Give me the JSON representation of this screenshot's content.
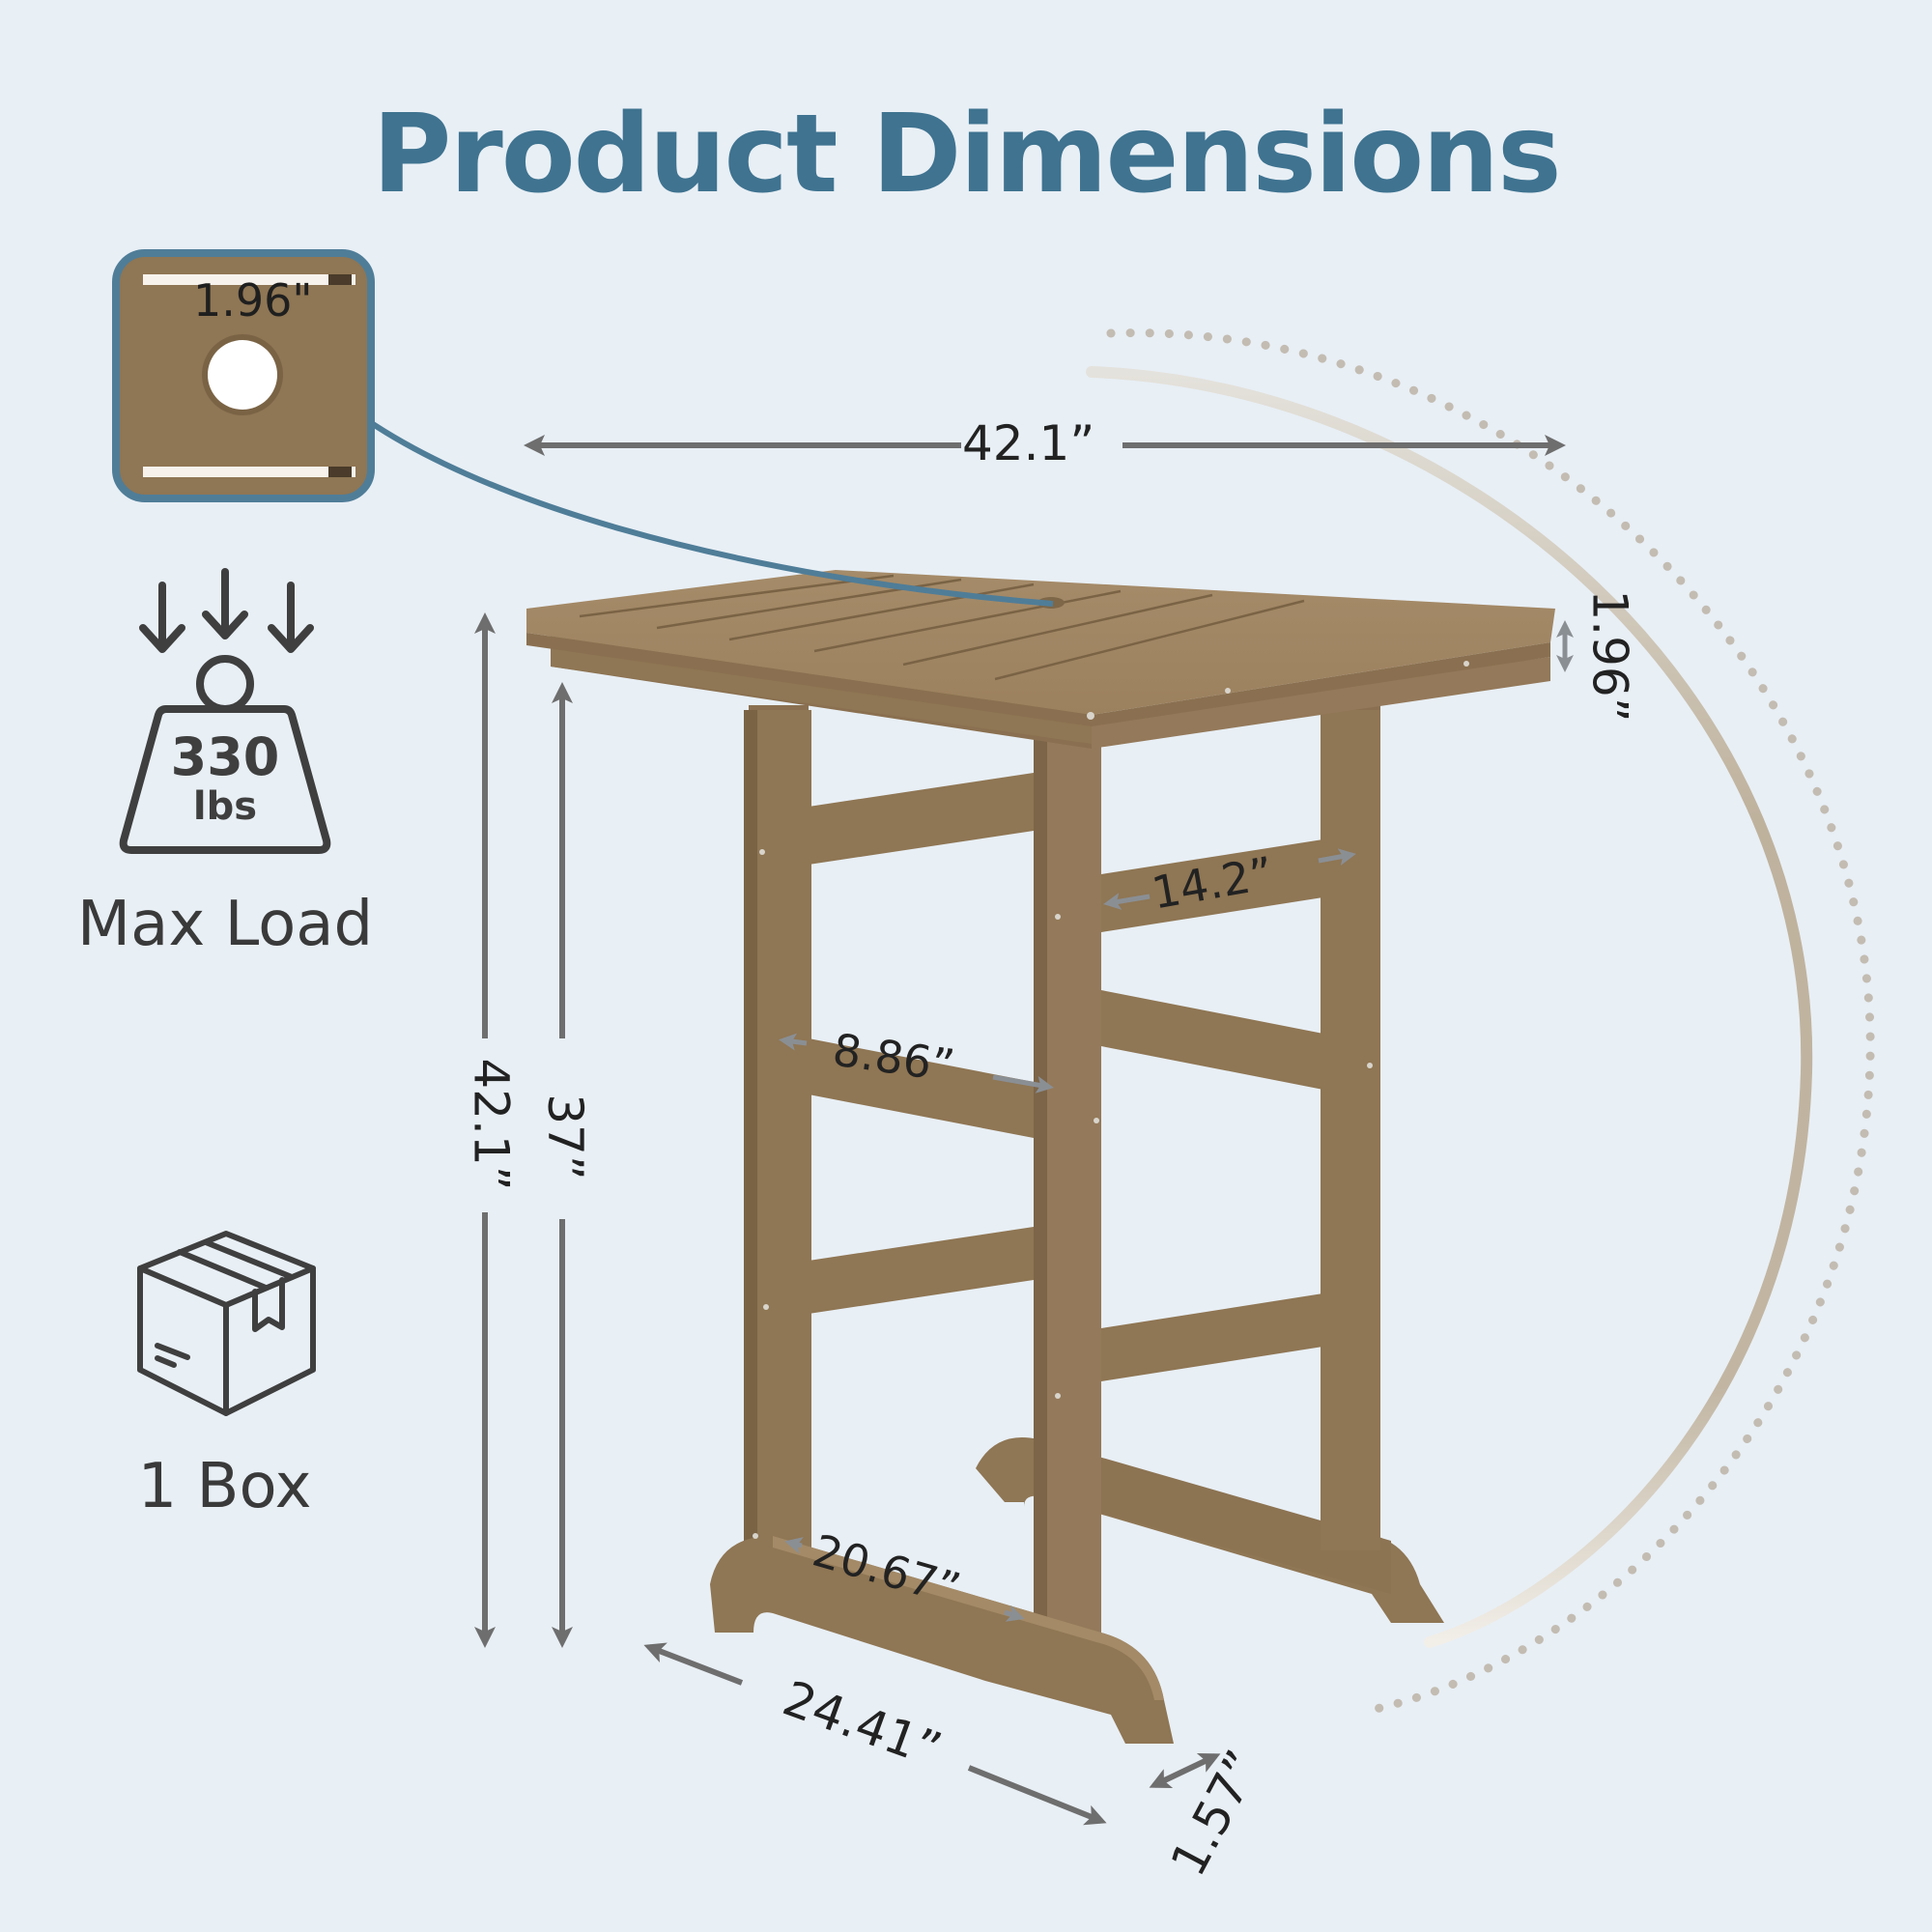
{
  "title": "Product Dimensions",
  "inset": {
    "label": "1.96\"",
    "description": "umbrella hole detail"
  },
  "features": {
    "max_load": {
      "value": "330",
      "unit": "lbs",
      "label": "Max Load"
    },
    "package": {
      "label": "1 Box"
    }
  },
  "dimensions": {
    "top_width": "42.1”",
    "top_thickness": "1.96”",
    "overall_height": "42.1”",
    "under_top_height": "37”",
    "upper_rail": "14.2”",
    "middle_rail": "8.86”",
    "base_rail": "20.67”",
    "base_depth": "24.41”",
    "foot_width": "1.57”"
  },
  "colors": {
    "background": "#e8eff5",
    "title": "#3f7390",
    "wood": "#8f7654",
    "wood_light": "#a68c68",
    "wood_dark": "#735e41",
    "arrow": "#6e6e6e",
    "inset_border": "#4f7d98",
    "arc": "#c8bba6"
  }
}
